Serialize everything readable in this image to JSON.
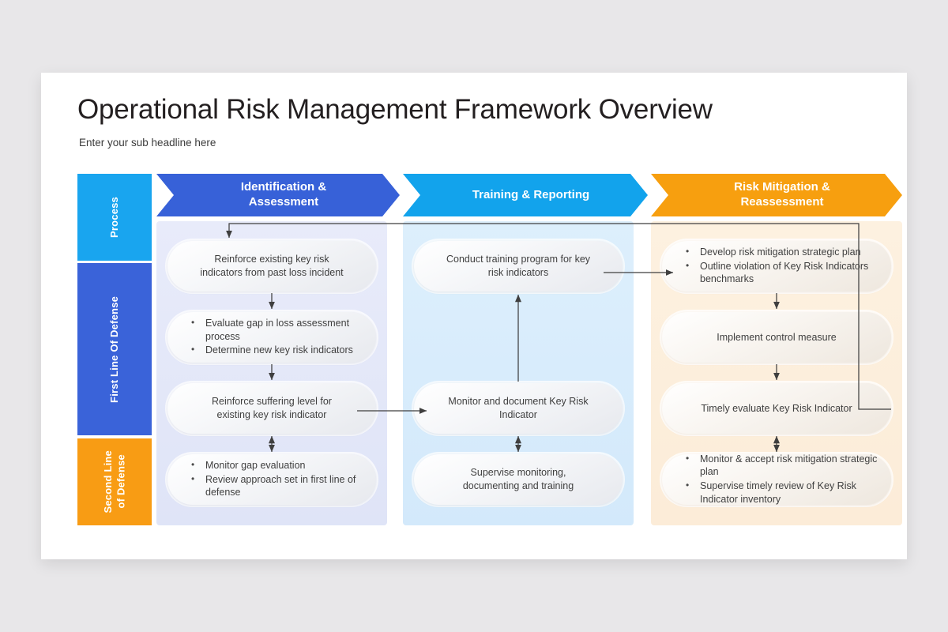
{
  "slide": {
    "title": "Operational Risk Management Framework Overview",
    "subtitle": "Enter your sub headline here"
  },
  "colors": {
    "process_blue": "#19a5ef",
    "first_line_blue": "#3a63d9",
    "second_line_orange": "#f89c14",
    "header_1": "#3761d8",
    "header_2": "#12a3ec",
    "header_3": "#f79f0f",
    "panel_1": "#e8ebfa",
    "panel_2": "#ddeffc",
    "panel_3": "#fdf1e0",
    "page_background": "#e8e7e9",
    "slide_background": "#ffffff",
    "card_text": "#3f3f3f",
    "arrow": "#444444"
  },
  "sidebar": {
    "items": [
      {
        "label": "Process"
      },
      {
        "label": "First Line Of Defense"
      },
      {
        "label": "Second Line\nof Defense"
      }
    ]
  },
  "columns": [
    {
      "header": "Identification &\nAssessment",
      "cards": [
        {
          "type": "text",
          "text": "Reinforce existing key risk\nindicators from past loss incident"
        },
        {
          "type": "list",
          "items": [
            "Evaluate gap in loss assessment process",
            "Determine new key risk indicators"
          ]
        },
        {
          "type": "text",
          "text": "Reinforce suffering level for\nexisting key risk indicator"
        },
        {
          "type": "list",
          "items": [
            "Monitor gap evaluation",
            "Review approach set in first line of defense"
          ]
        }
      ]
    },
    {
      "header": "Training & Reporting",
      "cards": [
        {
          "type": "text",
          "text": "Conduct training program for key\nrisk indicators"
        },
        {
          "type": "text",
          "text": "Monitor and document Key Risk\nIndicator"
        },
        {
          "type": "text",
          "text": "Supervise monitoring,\ndocumenting and training"
        }
      ]
    },
    {
      "header": "Risk Mitigation &\nReassessment",
      "cards": [
        {
          "type": "list",
          "items": [
            "Develop risk mitigation strategic plan",
            "Outline violation of Key Risk Indicators benchmarks"
          ]
        },
        {
          "type": "text",
          "text": "Implement control measure"
        },
        {
          "type": "text",
          "text": "Timely evaluate Key Risk Indicator"
        },
        {
          "type": "list",
          "items": [
            "Monitor & accept risk mitigation strategic plan",
            "Supervise timely review of Key Risk Indicator inventory"
          ]
        }
      ]
    }
  ]
}
